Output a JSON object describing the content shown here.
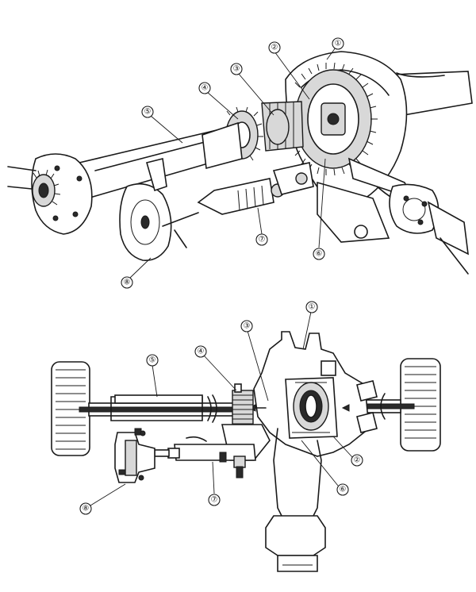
{
  "callouts": {
    "top": [
      "①",
      "②",
      "③",
      "④",
      "⑤",
      "⑥",
      "⑦",
      "⑧"
    ],
    "bottom": [
      "①",
      "②",
      "③",
      "④",
      "⑤",
      "⑥",
      "⑦",
      "⑧"
    ]
  }
}
